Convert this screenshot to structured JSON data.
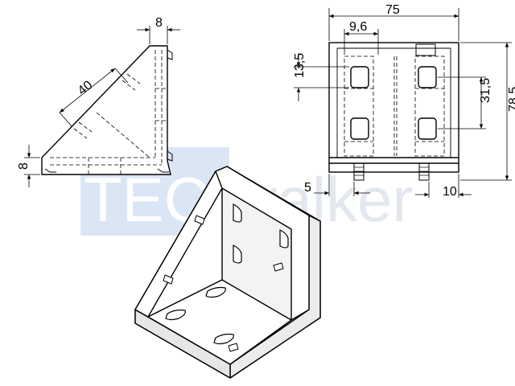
{
  "watermark": {
    "part1": "TEC",
    "part2": "walker",
    "box_color": "#dbe6f5",
    "text_color": "#e3e7ee"
  },
  "dimensions": {
    "side_thickness_top": "8",
    "side_diagonal": "40",
    "side_thickness_left": "8",
    "front_width": "75",
    "front_slot_spacing": "9,6",
    "front_slot_offset": "13,5",
    "front_slot_pitch": "31,5",
    "front_height": "78,5",
    "front_base_left": "5",
    "front_base_right": "10"
  },
  "colors": {
    "line": "#000000",
    "face_fill": "#ffffff",
    "shade": "#f2f2f2"
  }
}
